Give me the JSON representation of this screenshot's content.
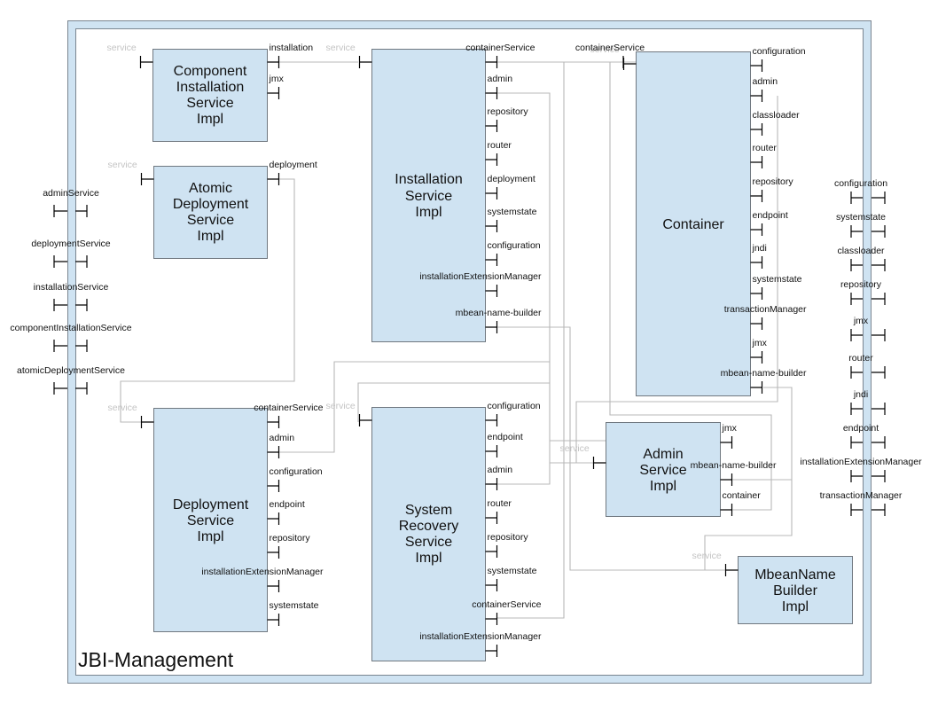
{
  "diagram": {
    "title": "JBI-Management",
    "colors": {
      "component_fill": "#cfe3f2",
      "border": "#7a8590",
      "wire": "#b8b8b8",
      "service_label": "#c4c4c4"
    },
    "service_label": "service",
    "components": [
      {
        "id": "component-installation-service-impl",
        "lines": [
          "Component",
          "Installation",
          "Service",
          "Impl"
        ],
        "ports": [
          "installation",
          "jmx"
        ]
      },
      {
        "id": "atomic-deployment-service-impl",
        "lines": [
          "Atomic",
          "Deployment",
          "Service",
          "Impl"
        ],
        "ports": [
          "deployment"
        ]
      },
      {
        "id": "installation-service-impl",
        "lines": [
          "Installation",
          "Service",
          "Impl"
        ],
        "ports": [
          "containerService",
          "admin",
          "repository",
          "router",
          "deployment",
          "systemstate",
          "configuration",
          "installationExtensionManager",
          "mbean-name-builder"
        ]
      },
      {
        "id": "container",
        "lines": [
          "Container"
        ],
        "ports": [
          "configuration",
          "admin",
          "classloader",
          "router",
          "repository",
          "endpoint",
          "jndi",
          "systemstate",
          "transactionManager",
          "jmx",
          "mbean-name-builder"
        ],
        "service_port": "containerService"
      },
      {
        "id": "deployment-service-impl",
        "lines": [
          "Deployment",
          "Service",
          "Impl"
        ],
        "ports": [
          "containerService",
          "admin",
          "configuration",
          "endpoint",
          "repository",
          "installationExtensionManager",
          "systemstate"
        ]
      },
      {
        "id": "system-recovery-service-impl",
        "lines": [
          "System",
          "Recovery",
          "Service",
          "Impl"
        ],
        "ports": [
          "configuration",
          "endpoint",
          "admin",
          "router",
          "repository",
          "systemstate",
          "containerService",
          "installationExtensionManager"
        ]
      },
      {
        "id": "admin-service-impl",
        "lines": [
          "Admin",
          "Service",
          "Impl"
        ],
        "ports": [
          "jmx",
          "mbean-name-builder",
          "container"
        ]
      },
      {
        "id": "mbean-name-builder-impl",
        "lines": [
          "MbeanName",
          "Builder",
          "Impl"
        ],
        "ports": []
      }
    ],
    "left_boundary_services": [
      "adminService",
      "deploymentService",
      "installationService",
      "componentInstallationService",
      "atomicDeploymentService"
    ],
    "right_boundary_references": [
      "configuration",
      "systemstate",
      "classloader",
      "repository",
      "jmx",
      "router",
      "jndi",
      "endpoint",
      "installationExtensionManager",
      "transactionManager"
    ]
  }
}
